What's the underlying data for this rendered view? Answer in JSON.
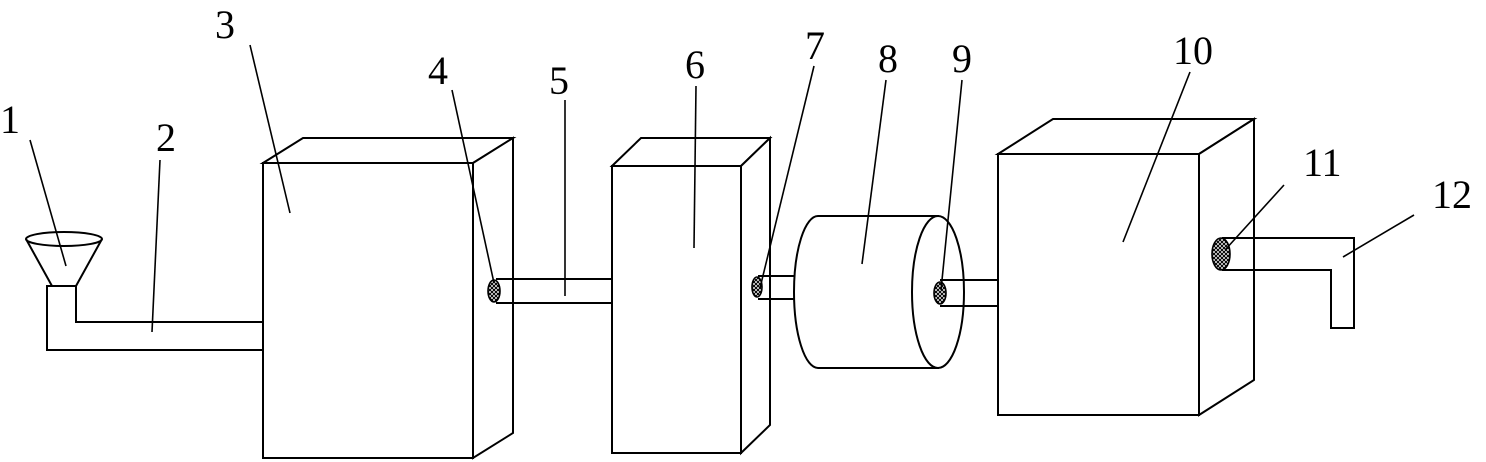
{
  "labels": {
    "n1": "1",
    "n2": "2",
    "n3": "3",
    "n4": "4",
    "n5": "5",
    "n6": "6",
    "n7": "7",
    "n8": "8",
    "n9": "9",
    "n10": "10",
    "n11": "11",
    "n12": "12"
  },
  "colors": {
    "stroke": "#000000",
    "background": "#ffffff"
  }
}
